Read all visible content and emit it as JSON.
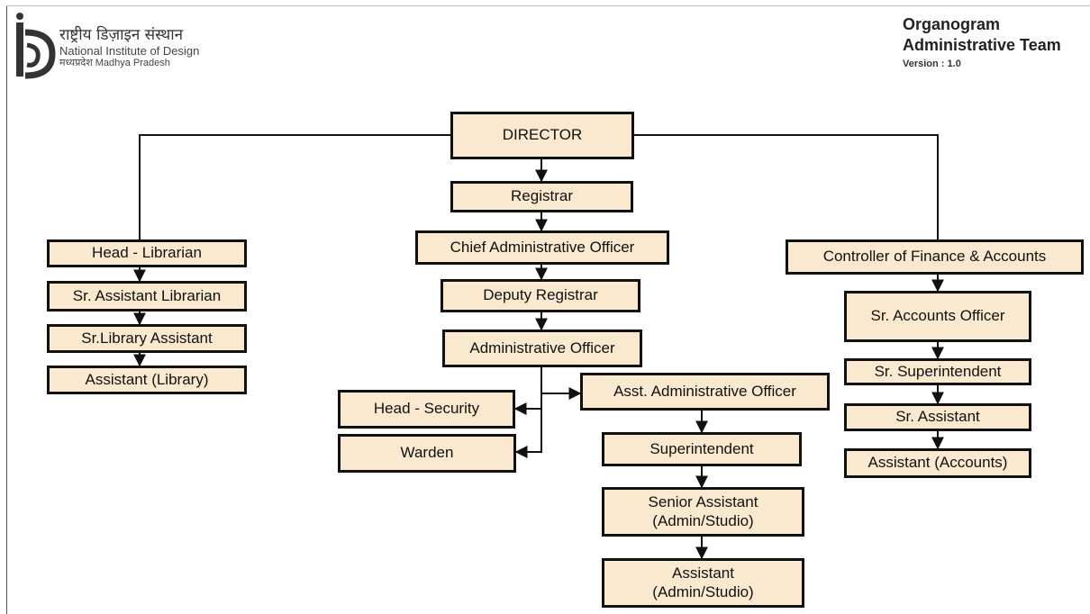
{
  "header": {
    "org_hindi": "राष्ट्रीय डिज़ाइन संस्थान",
    "org_name": "National Institute of Design",
    "org_location": "मध्यप्रदेश  Madhya Pradesh",
    "title_line1": "Organogram",
    "title_line2": "Administrative Team",
    "version": "Version : 1.0",
    "logo_icon": "nid-logo-icon"
  },
  "nodes": {
    "director": "DIRECTOR",
    "registrar": "Registrar",
    "cao": "Chief Administrative Officer",
    "deputy_registrar": "Deputy Registrar",
    "admin_officer": "Administrative Officer",
    "asst_admin_officer": "Asst. Administrative Officer",
    "head_security": "Head - Security",
    "warden": "Warden",
    "superintendent": "Superintendent",
    "senior_assistant_l1": "Senior Assistant",
    "senior_assistant_l2": "(Admin/Studio)",
    "assistant_admin_l1": "Assistant",
    "assistant_admin_l2": "(Admin/Studio)",
    "head_librarian": "Head - Librarian",
    "sr_asst_librarian": "Sr. Assistant Librarian",
    "sr_library_assistant": "Sr.Library Assistant",
    "assistant_library": "Assistant (Library)",
    "controller_finance": "Controller of Finance & Accounts",
    "sr_accounts_officer": "Sr. Accounts Officer",
    "sr_superintendent": "Sr. Superintendent",
    "sr_assistant": "Sr. Assistant",
    "assistant_accounts": "Assistant (Accounts)"
  },
  "colors": {
    "box_fill": "#fbe9cf",
    "box_border": "#111111",
    "connector": "#111111"
  }
}
